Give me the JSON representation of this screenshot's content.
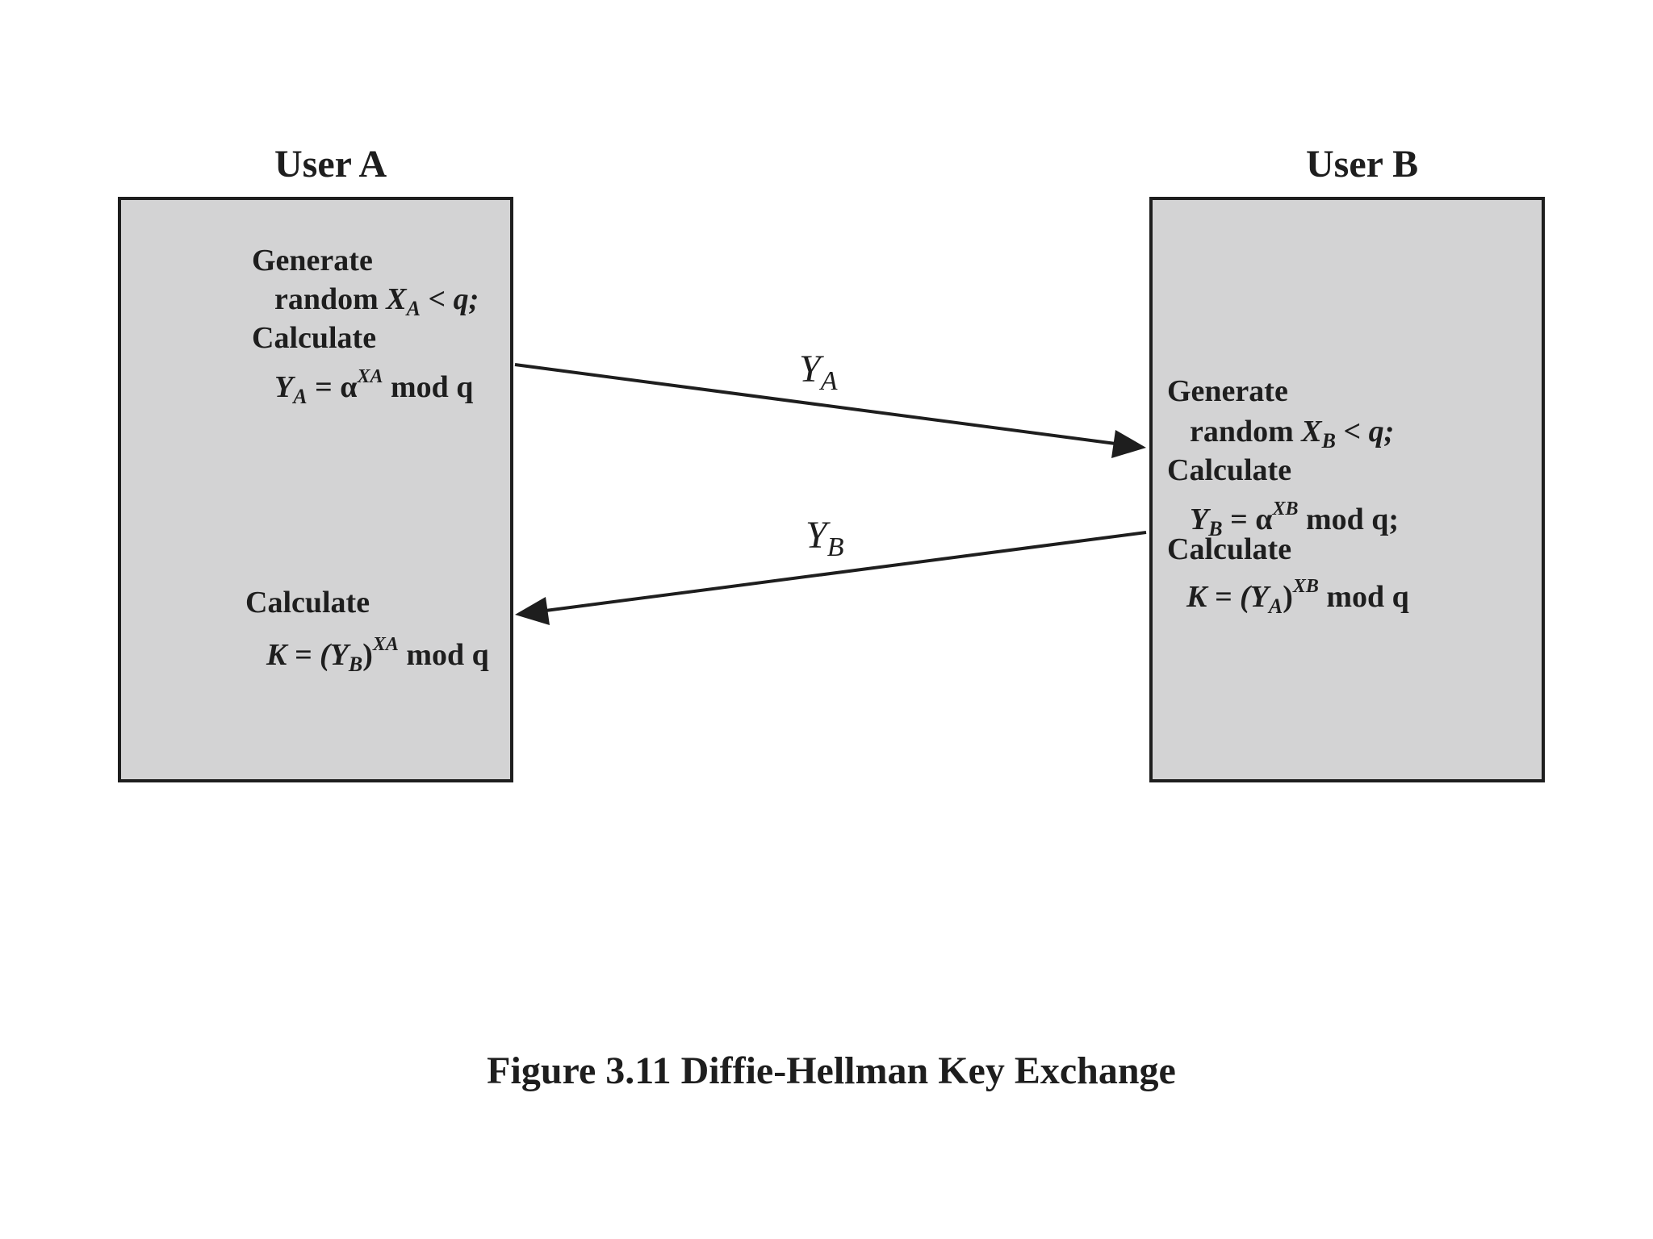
{
  "user_a": {
    "title": "User A",
    "generate_label": "Generate",
    "random_word": "random",
    "random_var": "X",
    "random_sub": "A",
    "random_rest": " < q;",
    "calculate_label": "Calculate",
    "y_var": "Y",
    "y_sub": "A",
    "y_eq": " = α",
    "y_sup": "XA",
    "y_rest": " mod q",
    "calculate2_label": "Calculate",
    "k_eq": "K = (Y",
    "k_sub": "B",
    "k_paren": ")",
    "k_sup": "XA",
    "k_rest": " mod q"
  },
  "user_b": {
    "title": "User B",
    "generate_label": "Generate",
    "random_word": "random",
    "random_var": "X",
    "random_sub": "B",
    "random_rest": " < q;",
    "calculate_label": "Calculate",
    "y_var": "Y",
    "y_sub": "B",
    "y_eq": " = α",
    "y_sup": "XB",
    "y_rest": " mod q;",
    "calculate2_label": "Calculate",
    "k_eq": "K = (Y",
    "k_sub": "A",
    "k_paren": ")",
    "k_sup": "XB",
    "k_rest": " mod q"
  },
  "arrows": {
    "a_to_b": {
      "var": "Y",
      "sub": "A"
    },
    "b_to_a": {
      "var": "Y",
      "sub": "B"
    }
  },
  "caption": "Figure 3.11  Diffie-Hellman Key Exchange",
  "colors": {
    "box_fill": "#d3d3d4",
    "stroke": "#1e1e1e",
    "background": "#ffffff"
  }
}
